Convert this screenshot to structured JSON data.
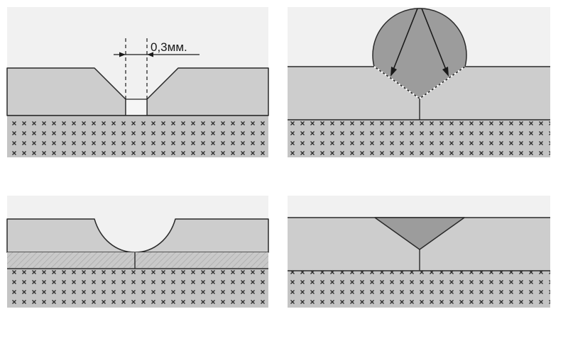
{
  "diagram": {
    "panels": [
      {
        "id": "groove-preparation",
        "annotation": "0,3мм."
      },
      {
        "id": "weld-bead-with-arrows",
        "annotation": ""
      },
      {
        "id": "gouged-root",
        "annotation": ""
      },
      {
        "id": "flush-v-weld",
        "annotation": ""
      }
    ]
  },
  "colors": {
    "background": "#ffffff",
    "panel_sky": "#f1f1f1",
    "plate": "#cdcdcd",
    "base": "#c4c4c4",
    "weld_metal": "#9c9c9c",
    "outline": "#2a2a2a",
    "cross_mark": "#2b2b2b"
  }
}
